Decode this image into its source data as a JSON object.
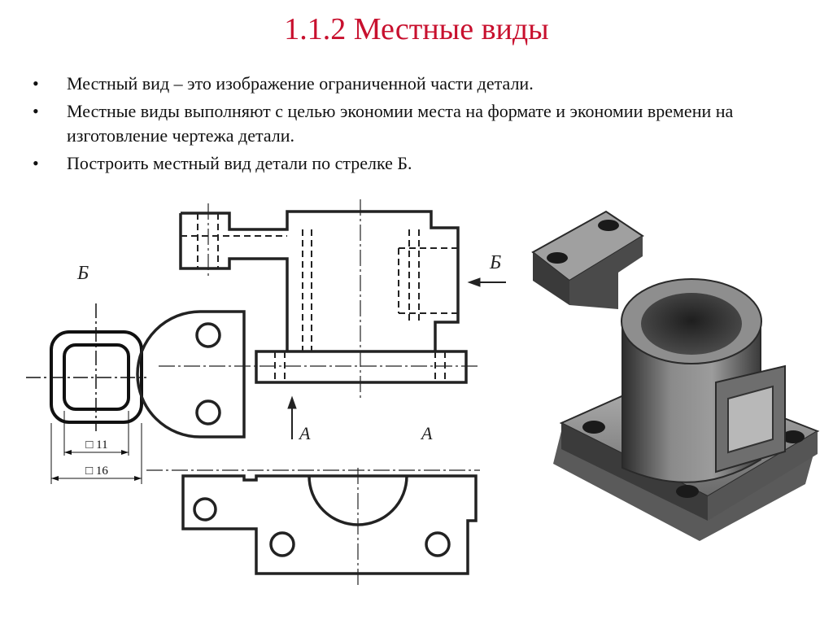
{
  "slide": {
    "title": "1.1.2 Местные виды",
    "bullets": [
      "Местный  вид – это изображение ограниченной части детали.",
      "Местные виды выполняют с целью экономии места на формате и экономии времени на изготовление чертежа детали.",
      "Построить местный вид детали по стрелке Б."
    ],
    "bullet_symbol": "•"
  },
  "drawing": {
    "local_view_label": "Б",
    "dim_inner": "□ 11",
    "dim_outer": "□ 16",
    "arrow_b_label": "Б",
    "section_label_left": "А",
    "section_label_right": "А"
  },
  "colors": {
    "title": "#c8102e",
    "line": "#222222"
  }
}
